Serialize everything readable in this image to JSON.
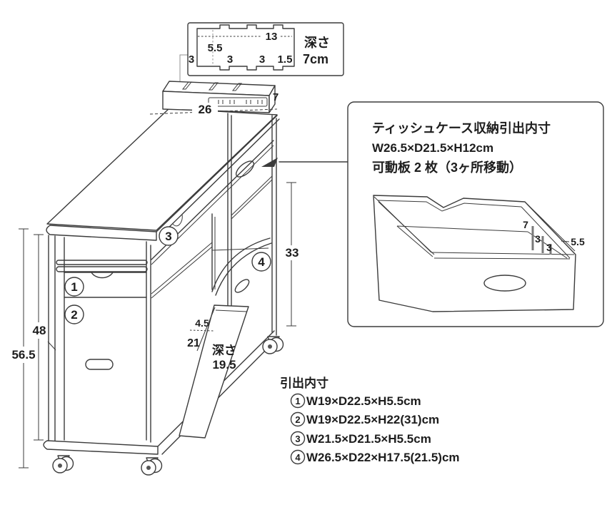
{
  "canvas": {
    "bg": "#ffffff",
    "line_color": "#3b3b3b",
    "text_color": "#1d1d1d"
  },
  "top_detail": {
    "width": "13",
    "left_section": "5.5",
    "slot1": "3",
    "slot2": "3",
    "slot3": "3",
    "slot4": "1.5",
    "depth_word": "深さ",
    "depth_value": "7cm"
  },
  "tray": {
    "length": "26",
    "side": "7"
  },
  "left_dims": {
    "total_height": "56.5",
    "body_height": "48"
  },
  "right_dims": {
    "opening_height": "33"
  },
  "pocket": {
    "gap": "4.5",
    "width": "21",
    "depth_word": "深さ",
    "depth_value": "19.5"
  },
  "markers": {
    "m1": "1",
    "m2": "2",
    "m3": "3",
    "m4": "4"
  },
  "callout": {
    "title": "ティッシュケース収納引出内寸",
    "size": "W26.5×D21.5×H12cm",
    "note": "可動板 2 枚（3ヶ所移動）",
    "slot_d1": "7",
    "slot_d2": "3",
    "slot_d3": "3",
    "slot_d4": "5.5"
  },
  "drawer_list": {
    "title": "引出内寸",
    "items": [
      {
        "n": "1",
        "t": "W19×D22.5×H5.5cm"
      },
      {
        "n": "2",
        "t": "W19×D22.5×H22(31)cm"
      },
      {
        "n": "3",
        "t": "W21.5×D21.5×H5.5cm"
      },
      {
        "n": "4",
        "t": "W26.5×D22×H17.5(21.5)cm"
      }
    ]
  }
}
